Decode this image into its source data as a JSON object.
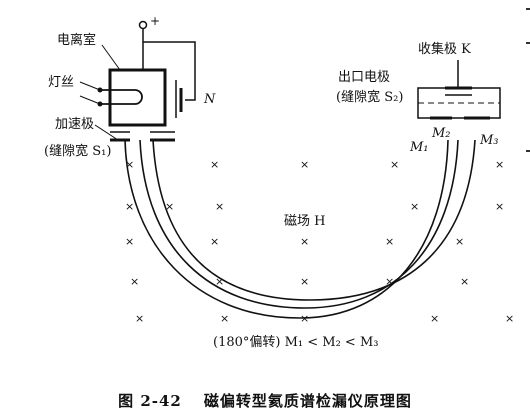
{
  "labels": {
    "ionization_chamber": "电离室",
    "filament": "灯丝",
    "accelerating_electrode": "加速极",
    "slit_s1": "(缝隙宽 S₁)",
    "plus_sign": "+",
    "electrode_n": "N",
    "collector": "收集极 K",
    "exit_electrode": "出口电极",
    "slit_s2": "(缝隙宽 S₂)",
    "m1": "M₁",
    "m2": "M₂",
    "m3": "M₃",
    "magnetic_field": "磁场 H",
    "deflection_note": "(180°偏转) M₁ < M₂ < M₃"
  },
  "caption": {
    "figure_number": "图 2-42",
    "title": "磁偏转型氦质谱检漏仪原理图"
  },
  "field_symbol": "×"
}
